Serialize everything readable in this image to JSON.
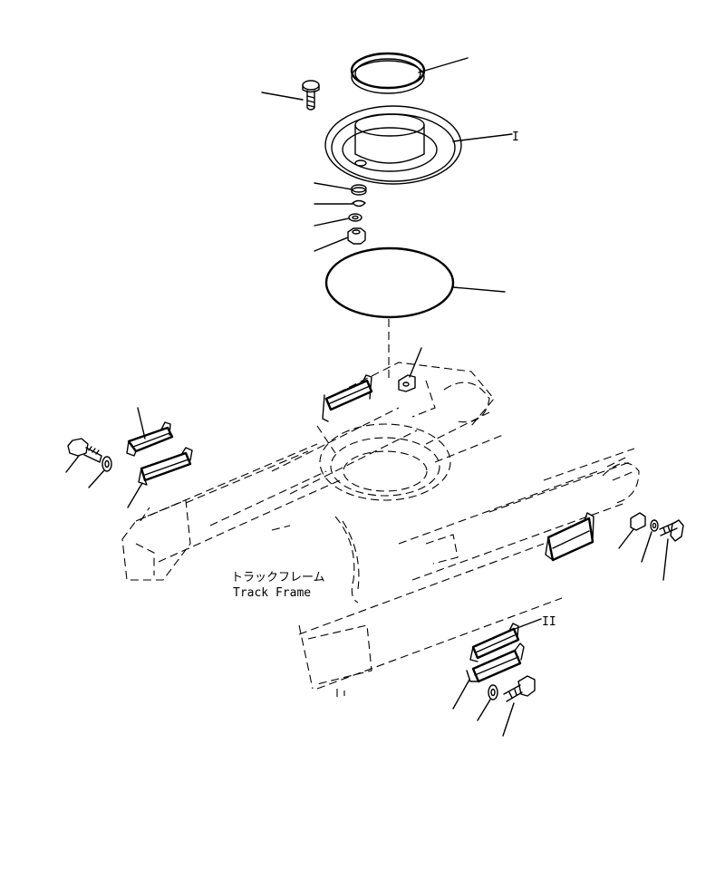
{
  "diagram": {
    "frame_label_jp": "トラックフレーム",
    "frame_label_en": "Track Frame",
    "callout_ring_cover": "I",
    "callout_guard_bracket": "II"
  }
}
